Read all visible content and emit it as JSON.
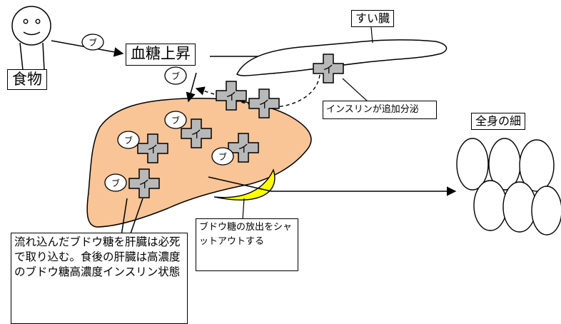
{
  "labels": {
    "food": "食物",
    "blood_sugar_rise": "血糖上昇",
    "pancreas": "すい臓",
    "insulin_secretion": "インスリンが追加分泌",
    "whole_body_cells": "全身の細",
    "glucose_release_shutout": "ブドウ糖の放出をシャットアウトする",
    "liver_note": "流れ込んだブドウ糖を肝臓は必死で取り込む。食後の肝臓は高濃度のブドウ糖高濃度インスリン状態"
  },
  "badges": {
    "glucose": "ブ",
    "insulin": "イ"
  },
  "colors": {
    "liver": "#f9c496",
    "insulin": "#b8b8b8",
    "crescent": "#ffff00",
    "line": "#000000"
  }
}
